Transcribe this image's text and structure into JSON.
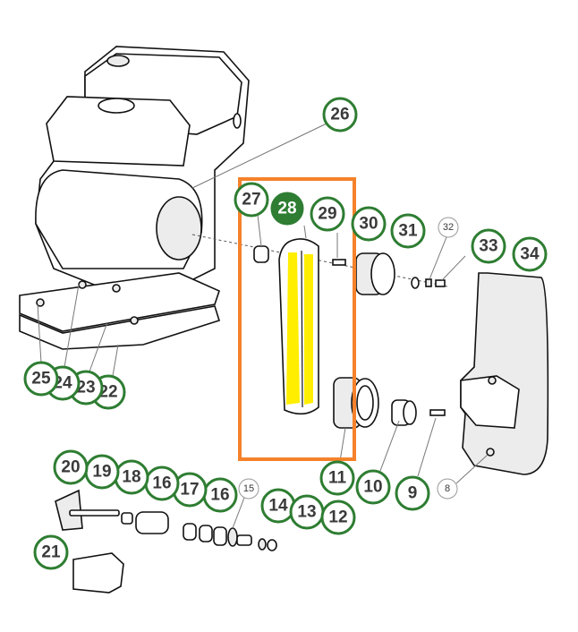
{
  "diagram": {
    "highlight_color": "#f5822a",
    "belt_highlight_color": "#ffee00",
    "callout_color": "#2e7d32",
    "selected_part": "28",
    "callouts": {
      "c8": "8",
      "c9": "9",
      "c10": "10",
      "c11": "11",
      "c12": "12",
      "c13": "13",
      "c14": "14",
      "c15": "15",
      "c16a": "16",
      "c16b": "16",
      "c17": "17",
      "c18": "18",
      "c19": "19",
      "c20": "20",
      "c21": "21",
      "c22": "22",
      "c23": "23",
      "c24": "24",
      "c25": "25",
      "c26": "26",
      "c27": "27",
      "c28": "28",
      "c29": "29",
      "c30": "30",
      "c31": "31",
      "c32": "32",
      "c33": "33",
      "c34": "34"
    }
  }
}
